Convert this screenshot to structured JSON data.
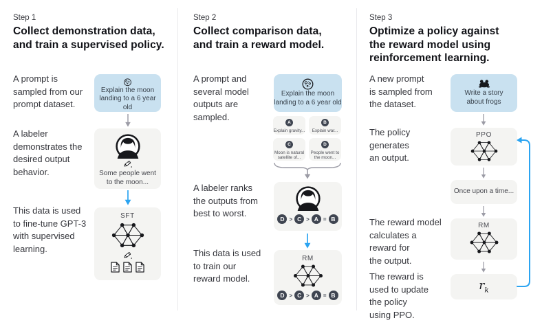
{
  "colors": {
    "prompt_box_bg": "#c9e1f0",
    "node_box_bg": "#f4f4f2",
    "arrow_gray": "#9c9ca6",
    "arrow_blue": "#2ba4f1",
    "badge_bg": "#3f4551",
    "title_text": "#111217",
    "body_text": "#36373d",
    "divider": "#e9e9ec"
  },
  "icons": {
    "moon": "moon-icon",
    "frog": "frog-icon",
    "labeler": "labeler-avatar-icon",
    "pencil": "pencil-icon",
    "document": "document-icon",
    "network": "neural-network-icon",
    "arrow_down": "arrow-down-icon",
    "merge_brace": "merge-brace-icon",
    "feedback_loop": "feedback-loop-arrow-icon"
  },
  "steps": [
    {
      "label": "Step 1",
      "title": "Collect demonstration data,\nand train a supervised policy.",
      "captions": [
        "A prompt is\nsampled from our\nprompt dataset.",
        "A labeler\ndemonstrates the\ndesired output\nbehavior.",
        "This data is used\nto fine-tune GPT-3\nwith supervised\nlearning."
      ],
      "prompt_box": {
        "text": "Explain the moon\nlanding to a 6 year old"
      },
      "labeler_box": {
        "text": "Some people went\nto the moon..."
      },
      "model_box": {
        "label": "SFT"
      }
    },
    {
      "label": "Step 2",
      "title": "Collect comparison data,\nand train a reward model.",
      "captions": [
        "A prompt and\nseveral model\noutputs are\nsampled.",
        "A labeler ranks\nthe outputs from\nbest to worst.",
        "This data is used\nto train our\nreward model."
      ],
      "prompt_box": {
        "text": "Explain the moon\nlanding to a 6 year old"
      },
      "outputs": [
        {
          "letter": "A",
          "text": "Explain gravity..."
        },
        {
          "letter": "B",
          "text": "Explain war..."
        },
        {
          "letter": "C",
          "text": "Moon is natural\nsatellite of..."
        },
        {
          "letter": "D",
          "text": "People went to\nthe moon..."
        }
      ],
      "ranking": [
        "D",
        ">",
        "C",
        ">",
        "A",
        "=",
        "B"
      ],
      "model_box": {
        "label": "RM"
      }
    },
    {
      "label": "Step 3",
      "title": "Optimize a policy against\nthe reward model using\nreinforcement learning.",
      "captions": [
        "A new prompt\nis sampled from\nthe dataset.",
        "The policy\ngenerates\nan output.",
        "The reward model\ncalculates a\nreward for\nthe output.",
        "The reward is\nused to update\nthe policy\nusing PPO."
      ],
      "prompt_box": {
        "text": "Write a story\nabout frogs"
      },
      "policy_box": {
        "label": "PPO"
      },
      "output_box": {
        "text": "Once upon a time..."
      },
      "reward_model_box": {
        "label": "RM"
      },
      "reward_box": {
        "symbol": "r",
        "subscript": "k"
      }
    }
  ]
}
